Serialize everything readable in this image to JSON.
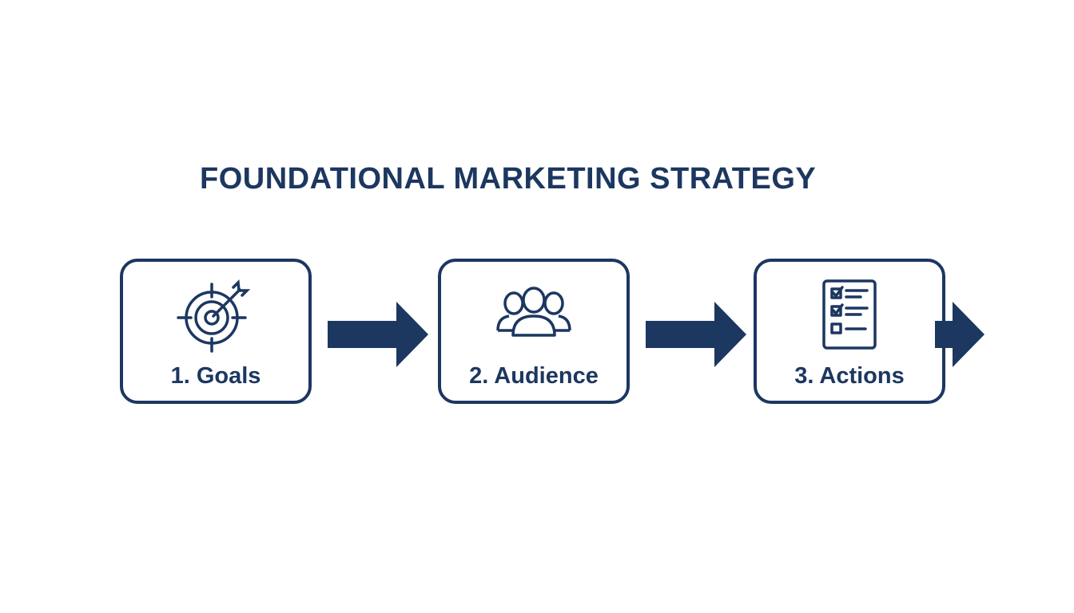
{
  "title": "FOUNDATIONAL MARKETING STRATEGY",
  "colors": {
    "primary": "#1c3760",
    "background": "#ffffff"
  },
  "steps": [
    {
      "label": "1. Goals",
      "icon": "target-icon"
    },
    {
      "label": "2. Audience",
      "icon": "people-group-icon"
    },
    {
      "label": "3. Actions",
      "icon": "checklist-icon"
    }
  ]
}
